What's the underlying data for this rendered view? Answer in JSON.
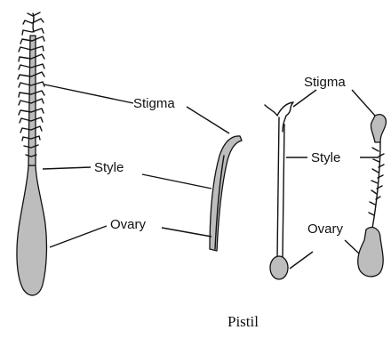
{
  "labels": {
    "stigma_1": "Stigma",
    "style_1": "Style",
    "ovary_1": "Ovary",
    "stigma_2": "Stigma",
    "style_2": "Style",
    "ovary_2": "Ovary"
  },
  "caption": "Pistil",
  "colors": {
    "fill": "#bdbdbd",
    "ink": "#111111",
    "background": "#ffffff"
  }
}
